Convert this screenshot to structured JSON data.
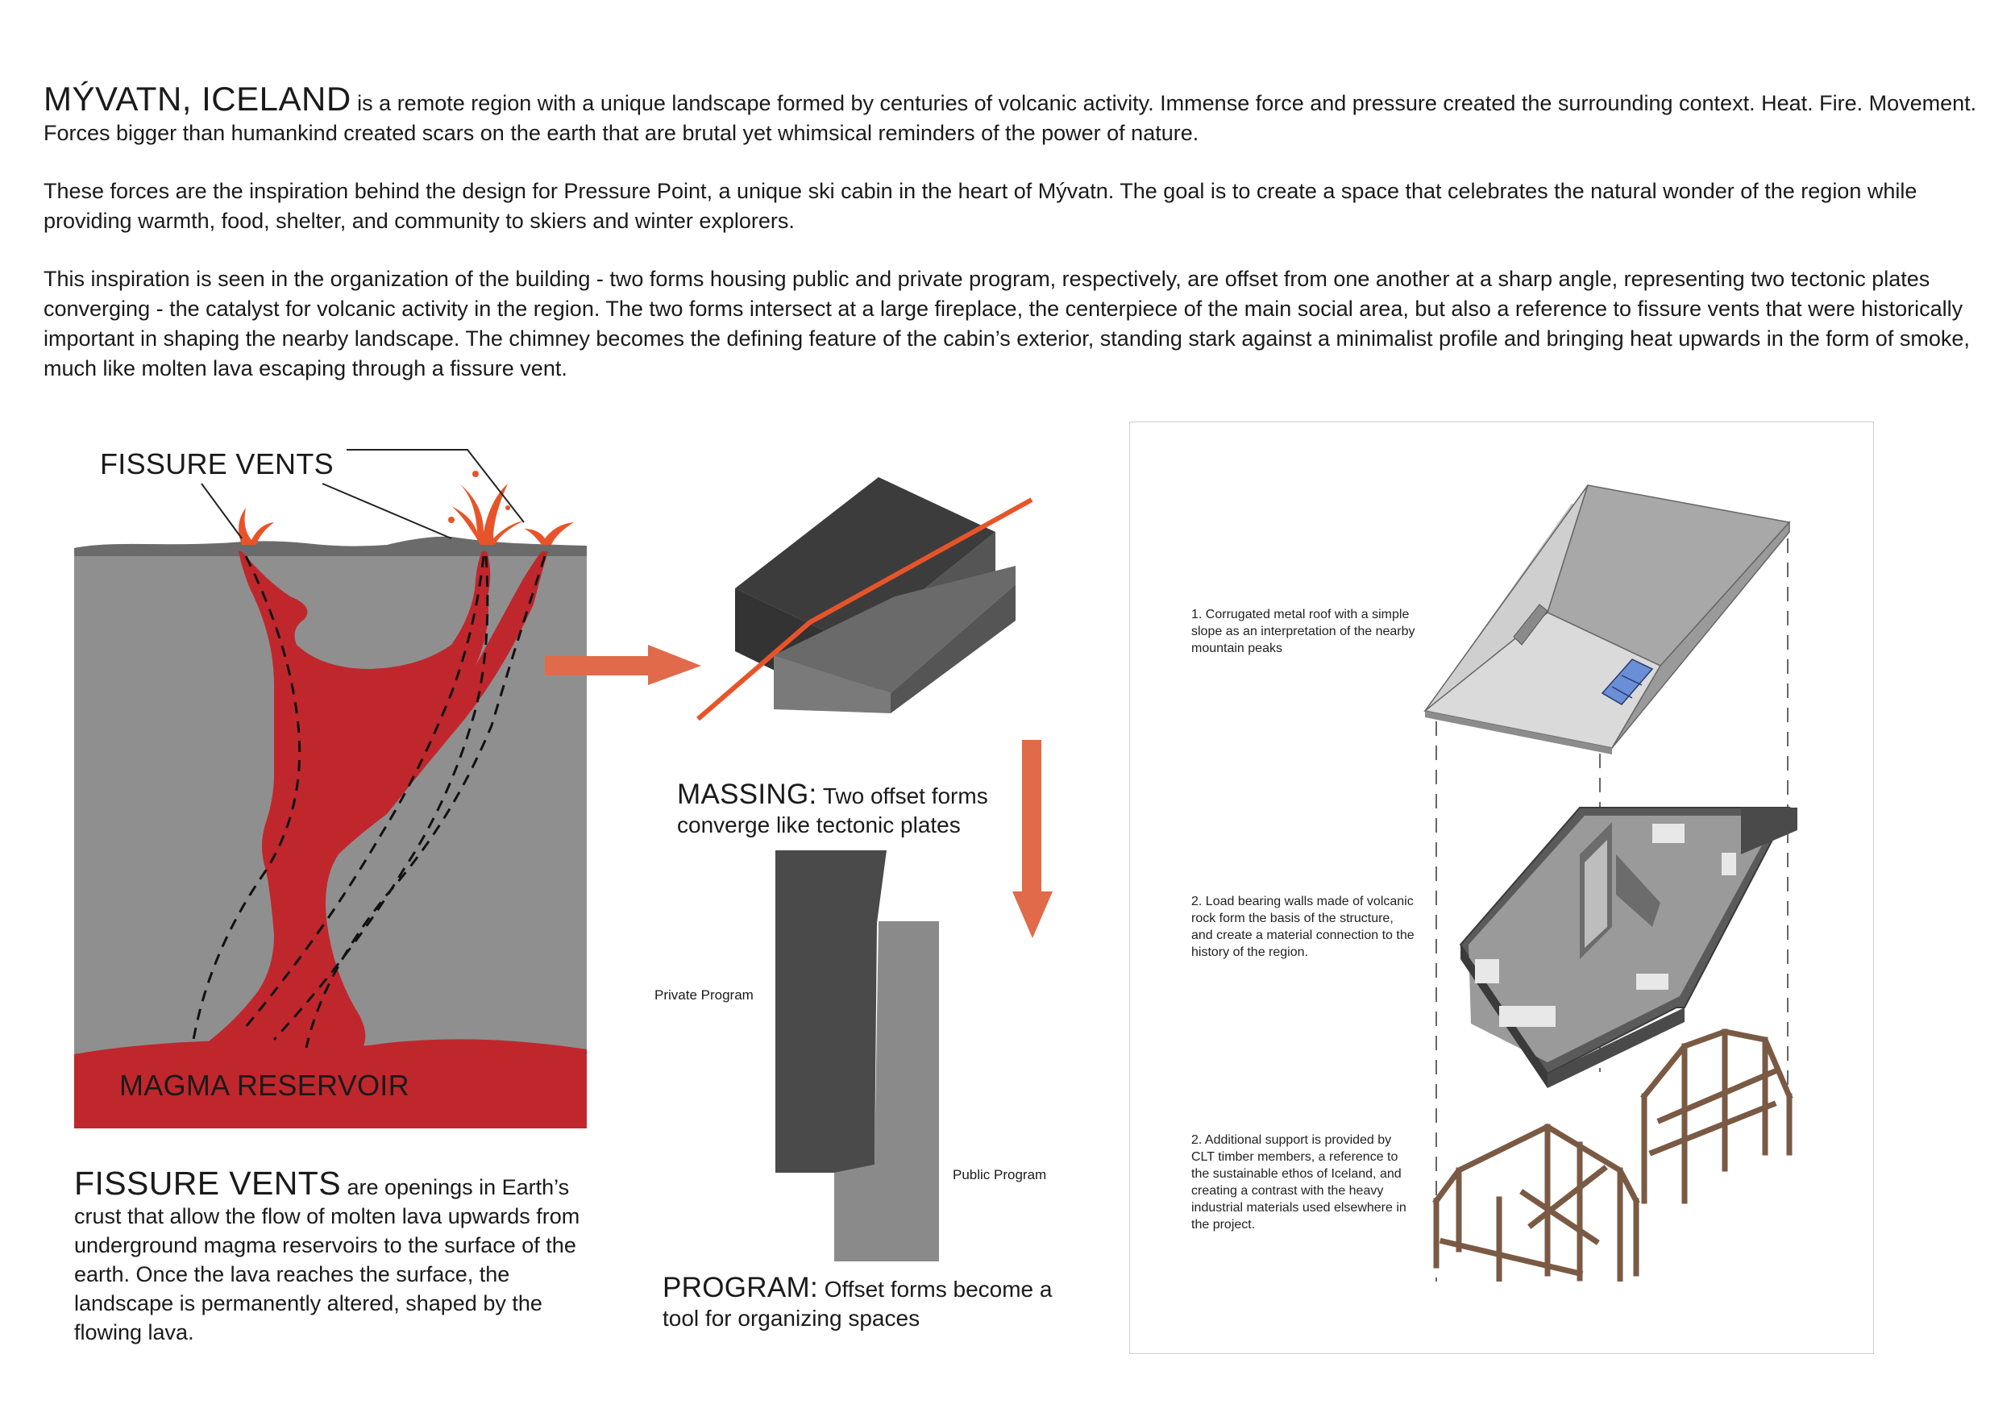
{
  "intro": {
    "p1_lead": "MÝVATN, ICELAND",
    "p1_body": " is a remote region with a unique landscape formed by centuries of volcanic activity. Immense force and pressure created the surrounding context. Heat. Fire. Movement. Forces bigger than humankind created scars on the earth that are brutal yet whimsical reminders of the power of nature.",
    "p2": "These forces are the inspiration behind the design for Pressure Point, a unique ski cabin in the heart of Mývatn. The goal is to create a space that celebrates the natural wonder of the region while providing warmth, food, shelter, and community to skiers and winter explorers.",
    "p3": "This inspiration is seen in the organization of the building - two forms housing public and private program, respectively, are offset from one another at a sharp angle, representing two tectonic plates converging - the catalyst for volcanic activity in the region. The two forms intersect at a large fireplace, the centerpiece of the main social area, but also a reference to fissure vents that were historically important in shaping the nearby landscape. The chimney becomes the defining feature of the cabin’s exterior, standing stark against a minimalist profile and bringing heat upwards in the form of smoke, much like molten lava escaping through a fissure vent."
  },
  "volcano": {
    "vents_label": "FISSURE VENTS",
    "reservoir_label": "MAGMA RESERVOIR"
  },
  "fissure_text": {
    "lead": "FISSURE VENTS",
    "body": " are openings in Earth’s crust that allow the flow of molten lava upwards from underground magma reservoirs to the surface of the earth. Once the lava reaches the surface, the landscape is permanently altered, shaped by the flowing lava."
  },
  "massing": {
    "lead": "MASSING:",
    "body": " Two offset forms converge like tectonic plates"
  },
  "program": {
    "lead": "PROGRAM:",
    "body": " Offset forms become a tool for organizing spaces",
    "private_label": "Private Program",
    "public_label": "Public Program"
  },
  "axon": {
    "note1": "1. Corrugated metal roof with a simple slope as an interpretation of the nearby mountain peaks",
    "note2": "2. Load bearing walls made of volcanic rock form the basis of the structure, and create a material connection to the history of the region.",
    "note3": "2. Additional support is provided by CLT timber members, a reference to the sustainable ethos of Iceland, and creating a contrast with the heavy industrial materials used elsewhere in the project."
  },
  "colors": {
    "lava_red": "#c0272d",
    "vent_orange": "#e8542a",
    "arrow_orange": "#e06a4a",
    "earth_gray": "#8f8f8f",
    "ground_dark": "#6b6b6b",
    "mass_dark": "#4a4a4a",
    "mass_mid": "#7a7a7a",
    "timber": "#7a5a44",
    "panel_blue": "#6a8fd6"
  }
}
